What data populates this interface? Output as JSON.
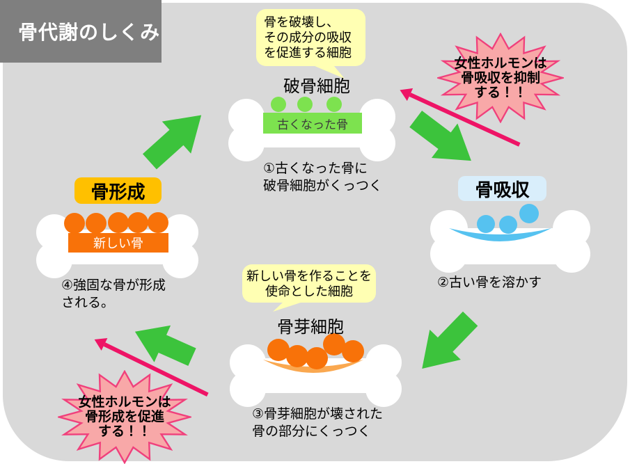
{
  "title": "骨代謝のしくみ",
  "labels": {
    "osteoclast": "破骨細胞",
    "osteoblast": "骨芽細胞",
    "bone_formation": "骨形成",
    "bone_resorption": "骨吸収",
    "old_bone": "古くなった骨",
    "new_bone": "新しい骨"
  },
  "callouts": {
    "osteoclast": {
      "lines": [
        "骨を破壊し、",
        "その成分の吸収",
        "を促進する細胞"
      ]
    },
    "osteoblast": {
      "lines": [
        "新しい骨を作ることを",
        "使命とした細胞"
      ]
    }
  },
  "steps": {
    "step1": {
      "lines": [
        "①古くなった骨に",
        "破骨細胞がくっつく"
      ]
    },
    "step2": {
      "lines": [
        "②古い骨を溶かす"
      ]
    },
    "step3": {
      "lines": [
        "③骨芽細胞が壊された",
        "骨の部分にくっつく"
      ]
    },
    "step4": {
      "lines": [
        "④強固な骨が形成",
        "される。"
      ]
    }
  },
  "hormone_notes": {
    "resorption": {
      "lines": [
        "女性ホルモンは",
        "骨吸収を抑制",
        "する！！"
      ]
    },
    "formation": {
      "lines": [
        "女性ホルモンは",
        "骨形成を促進",
        "する！！"
      ]
    }
  },
  "colors": {
    "panel_bg": "#d9d9d9",
    "title_bg": "#7f7f7f",
    "callout_bg": "#ffffb3",
    "cycle_arrow_green": "#3cc33c",
    "osteoclast_cell_green": "#7de24f",
    "resorption_cell_blue": "#56c2f0",
    "osteoblast_cell_orange": "#f87209",
    "new_bone_crescent_orange": "#faa850",
    "formation_tag_bg": "#ffc000",
    "resorption_tag_bg": "#d9eefb",
    "starburst_fill": "#f8a8a8",
    "starburst_stroke": "#f0407c",
    "hormone_arrow_pink": "#ee1466"
  }
}
